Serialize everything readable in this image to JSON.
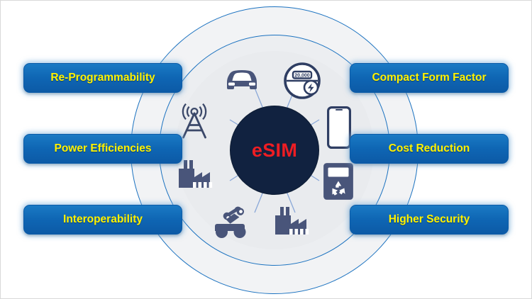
{
  "diagram": {
    "title": "eSIM benefits hub-and-spoke diagram",
    "center": {
      "label": "eSIM",
      "text_color": "#ee1d23",
      "fill_color": "#112240"
    },
    "rings": {
      "stroke_color": "#1b72c0",
      "fill_color": "#f2f3f5"
    },
    "benefit_style": {
      "background_color": "#0f66b4",
      "text_color": "#fff200"
    },
    "benefits_left": [
      {
        "id": "re-programmability",
        "label": "Re-Programmability"
      },
      {
        "id": "power-efficiencies",
        "label": "Power Efficiencies"
      },
      {
        "id": "interoperability",
        "label": "Interoperability"
      }
    ],
    "benefits_right": [
      {
        "id": "compact-form-factor",
        "label": "Compact Form Factor"
      },
      {
        "id": "cost-reduction",
        "label": "Cost Reduction"
      },
      {
        "id": "higher-security",
        "label": "Higher Security"
      }
    ],
    "icons": [
      {
        "id": "car",
        "name": "car-icon",
        "position": "top-left"
      },
      {
        "id": "odometer",
        "name": "odometer-icon",
        "position": "top-right",
        "display_value": "20,000"
      },
      {
        "id": "smartphone",
        "name": "smartphone-icon",
        "position": "right"
      },
      {
        "id": "recycling-device",
        "name": "recycling-device-icon",
        "position": "bottom-right"
      },
      {
        "id": "factory-right",
        "name": "factory-icon",
        "position": "bottom"
      },
      {
        "id": "robot-rover",
        "name": "robot-rover-icon",
        "position": "bottom-left"
      },
      {
        "id": "factory-left",
        "name": "factory-icon",
        "position": "left"
      },
      {
        "id": "cell-tower",
        "name": "cell-tower-icon",
        "position": "upper-left"
      }
    ]
  }
}
